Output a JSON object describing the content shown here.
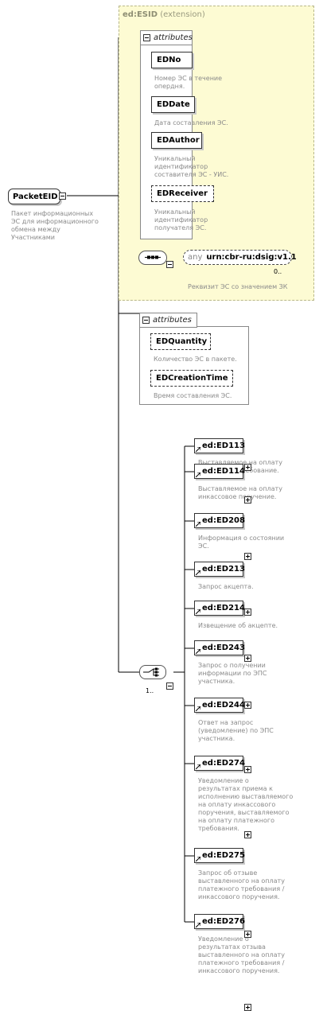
{
  "root": {
    "name": "PacketEID",
    "doc": [
      "Пакет информационных",
      "ЭС для информационного",
      "обмена между",
      "Участниками"
    ]
  },
  "extension": {
    "type": "ed:ESID",
    "note": "(extension)"
  },
  "attributes_label": "attributes",
  "base_attributes": [
    {
      "name": "EDNo",
      "doc": [
        "Номер ЭС в течение",
        "опердня."
      ]
    },
    {
      "name": "EDDate",
      "doc": [
        "Дата составления ЭС."
      ]
    },
    {
      "name": "EDAuthor",
      "doc": [
        "Уникальный",
        "идентификатор",
        "составителя ЭС - УИС."
      ]
    },
    {
      "name": "EDReceiver",
      "doc": [
        "Уникальный",
        "идентификатор",
        "получателя ЭС."
      ]
    }
  ],
  "any": {
    "keyword": "any",
    "namespace": "urn:cbr-ru:dsig:v1.1",
    "cardinality": "0..",
    "doc": "Реквизит ЭС со значением ЗК"
  },
  "own_attributes": [
    {
      "name": "EDQuantity",
      "doc": [
        "Количество ЭС в пакете."
      ]
    },
    {
      "name": "EDCreationTime",
      "doc": [
        "Время составления ЭС."
      ]
    }
  ],
  "choice": {
    "cardinality": "1.."
  },
  "elements": [
    {
      "name": "ed:ED113",
      "doc": [
        "Выставляемое на оплату",
        "платежное требование."
      ]
    },
    {
      "name": "ed:ED114",
      "doc": [
        "Выставляемое на оплату",
        "инкассовое поручение."
      ]
    },
    {
      "name": "ed:ED208",
      "doc": [
        "Информация о состоянии",
        "ЭС."
      ]
    },
    {
      "name": "ed:ED213",
      "doc": [
        "Запрос акцепта."
      ]
    },
    {
      "name": "ed:ED214",
      "doc": [
        "Извещение об акцепте."
      ]
    },
    {
      "name": "ed:ED243",
      "doc": [
        "Запрос о получении",
        "информации по ЭПС",
        "участника."
      ]
    },
    {
      "name": "ed:ED244",
      "doc": [
        "Ответ на запрос",
        "(уведомление) по ЭПС",
        "участника."
      ]
    },
    {
      "name": "ed:ED274",
      "doc": [
        "Уведомление о",
        "результатах приема к",
        "исполнению выставляемого",
        "на оплату инкассового",
        "поручения, выставляемого",
        "на оплату платежного",
        "требования."
      ]
    },
    {
      "name": "ed:ED275",
      "doc": [
        "Запрос об отзыве",
        "выставленного на оплату",
        "платежного требования /",
        "инкассового поручения."
      ]
    },
    {
      "name": "ed:ED276",
      "doc": [
        "Уведомление о",
        "результатах отзыва",
        "выставленного на оплату",
        "платежного требования /",
        "инкассового поручения."
      ]
    }
  ]
}
